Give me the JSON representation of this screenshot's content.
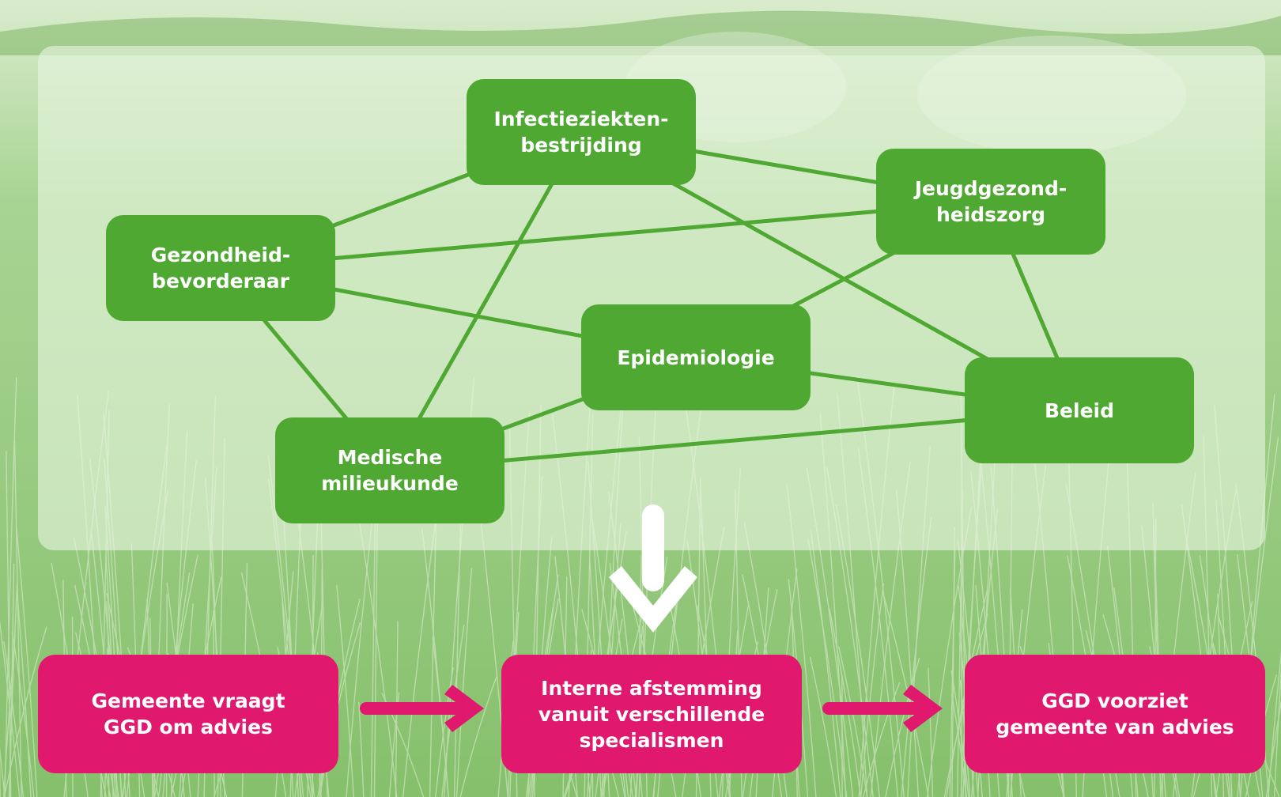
{
  "diagram": {
    "nodes": [
      {
        "id": "infectie",
        "label": "Infectieziekten-\nbestrijding"
      },
      {
        "id": "jeugd",
        "label": "Jeugdgezond-\nheidszorg"
      },
      {
        "id": "gezondheid",
        "label": "Gezondheid-\nbevorderaar"
      },
      {
        "id": "epidemiologie",
        "label": "Epidemiologie"
      },
      {
        "id": "beleid",
        "label": "Beleid"
      },
      {
        "id": "medisch",
        "label": "Medische\nmilieukunde"
      }
    ],
    "connections": [
      [
        "infectie",
        "gezondheid"
      ],
      [
        "infectie",
        "jeugd"
      ],
      [
        "infectie",
        "medisch"
      ],
      [
        "infectie",
        "beleid"
      ],
      [
        "jeugd",
        "gezondheid"
      ],
      [
        "jeugd",
        "epidemiologie"
      ],
      [
        "jeugd",
        "beleid"
      ],
      [
        "gezondheid",
        "epidemiologie"
      ],
      [
        "gezondheid",
        "medisch"
      ],
      [
        "epidemiologie",
        "medisch"
      ],
      [
        "epidemiologie",
        "beleid"
      ],
      [
        "medisch",
        "beleid"
      ]
    ]
  },
  "process": {
    "steps": [
      {
        "label": "Gemeente vraagt\nGGD om advies"
      },
      {
        "label": "Interne afstemming\nvanuit verschillende\nspecialismen"
      },
      {
        "label": "GGD voorziet\ngemeente van advies"
      }
    ]
  },
  "colors": {
    "node_green": "#4fa832",
    "step_pink": "#e1196e",
    "arrow_white": "#ffffff"
  }
}
